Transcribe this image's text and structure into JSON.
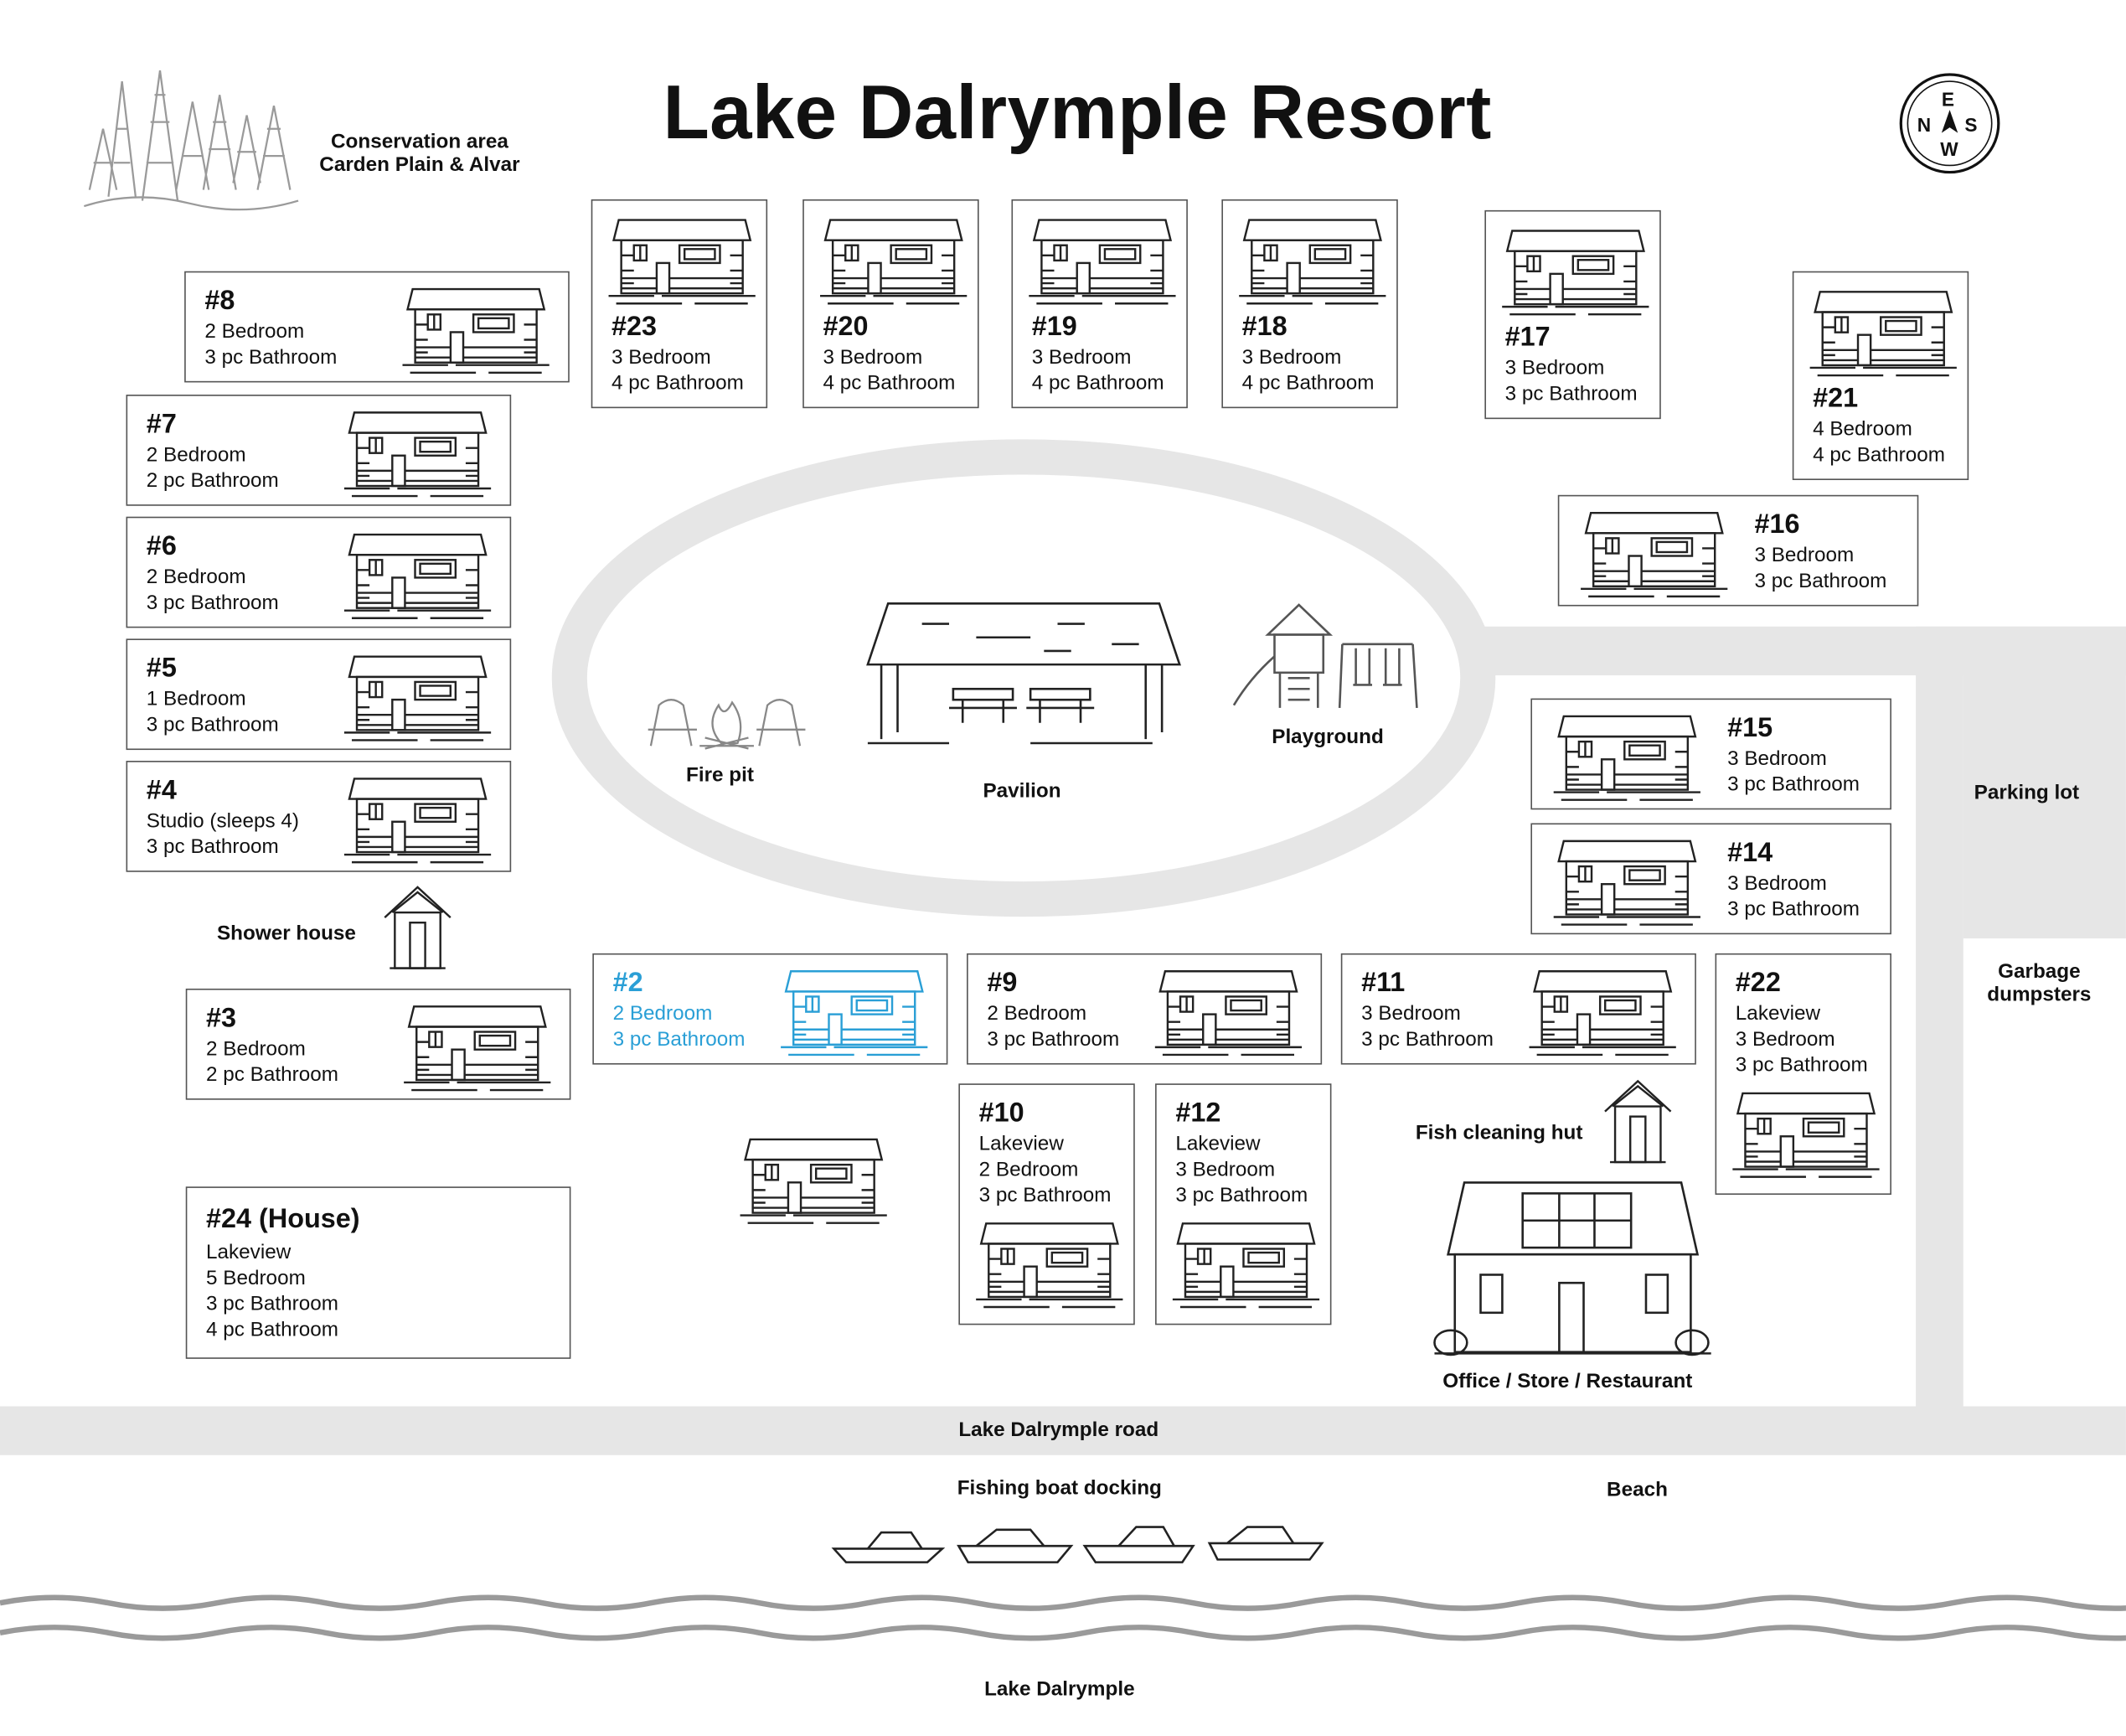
{
  "title": "Lake Dalrymple Resort",
  "compass": {
    "top": "E",
    "left": "N",
    "right": "S",
    "bottom": "W"
  },
  "labels": {
    "conservation_line1": "Conservation area",
    "conservation_line2": "Carden Plain & Alvar",
    "fire_pit": "Fire pit",
    "pavilion": "Pavilion",
    "playground": "Playground",
    "parking_lot": "Parking lot",
    "garbage_line1": "Garbage",
    "garbage_line2": "dumpsters",
    "shower_house": "Shower house",
    "fish_cleaning_hut": "Fish cleaning hut",
    "office": "Office / Store / Restaurant",
    "road": "Lake Dalrymple road",
    "fishing_dock": "Fishing boat docking",
    "beach": "Beach",
    "lake": "Lake Dalrymple"
  },
  "cabins": {
    "c8": {
      "num": "#8",
      "l1": "2 Bedroom",
      "l2": "3 pc Bathroom"
    },
    "c7": {
      "num": "#7",
      "l1": "2 Bedroom",
      "l2": "2 pc Bathroom"
    },
    "c6": {
      "num": "#6",
      "l1": "2 Bedroom",
      "l2": "3 pc Bathroom"
    },
    "c5": {
      "num": "#5",
      "l1": "1 Bedroom",
      "l2": "3 pc Bathroom"
    },
    "c4": {
      "num": "#4",
      "l1": "Studio (sleeps 4)",
      "l2": "3 pc Bathroom"
    },
    "c3": {
      "num": "#3",
      "l1": "2 Bedroom",
      "l2": "2 pc Bathroom"
    },
    "c24": {
      "num": "#24 (House)",
      "l1": "Lakeview",
      "l2": "5 Bedroom",
      "l3": "3 pc Bathroom",
      "l4": "4 pc Bathroom"
    },
    "c23": {
      "num": "#23",
      "l1": "3 Bedroom",
      "l2": "4 pc Bathroom"
    },
    "c20": {
      "num": "#20",
      "l1": "3 Bedroom",
      "l2": "4 pc Bathroom"
    },
    "c19": {
      "num": "#19",
      "l1": "3 Bedroom",
      "l2": "4 pc Bathroom"
    },
    "c18": {
      "num": "#18",
      "l1": "3 Bedroom",
      "l2": "4 pc Bathroom"
    },
    "c17": {
      "num": "#17",
      "l1": "3 Bedroom",
      "l2": "3 pc Bathroom"
    },
    "c21": {
      "num": "#21",
      "l1": "4 Bedroom",
      "l2": "4 pc Bathroom"
    },
    "c16": {
      "num": "#16",
      "l1": "3 Bedroom",
      "l2": "3 pc Bathroom"
    },
    "c15": {
      "num": "#15",
      "l1": "3 Bedroom",
      "l2": "3 pc Bathroom"
    },
    "c14": {
      "num": "#14",
      "l1": "3 Bedroom",
      "l2": "3 pc Bathroom"
    },
    "c2": {
      "num": "#2",
      "l1": "2 Bedroom",
      "l2": "3 pc Bathroom"
    },
    "c9": {
      "num": "#9",
      "l1": "2 Bedroom",
      "l2": "3 pc Bathroom"
    },
    "c11": {
      "num": "#11",
      "l1": "3 Bedroom",
      "l2": "3 pc Bathroom"
    },
    "c22": {
      "num": "#22",
      "l1": "Lakeview",
      "l2": "3 Bedroom",
      "l3": "3 pc Bathroom"
    },
    "c10": {
      "num": "#10",
      "l1": "Lakeview",
      "l2": "2 Bedroom",
      "l3": "3 pc Bathroom"
    },
    "c12": {
      "num": "#12",
      "l1": "Lakeview",
      "l2": "3 Bedroom",
      "l3": "3 pc Bathroom"
    }
  },
  "colors": {
    "highlight": "#2a9fd6",
    "road": "#e6e6e6",
    "water": "#9a9a9a",
    "ink": "#222222"
  }
}
